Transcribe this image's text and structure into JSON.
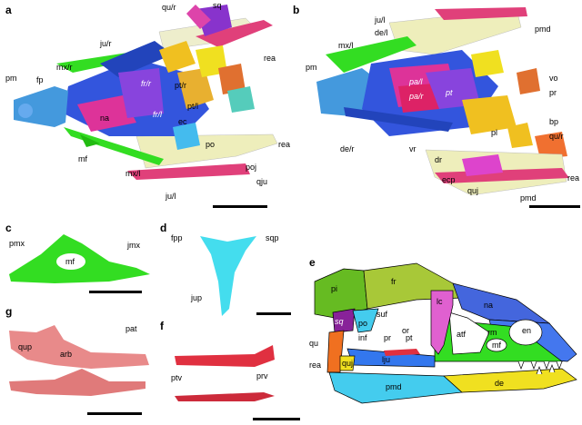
{
  "panels": {
    "a": {
      "letter": "a",
      "labels": [
        "qu/r",
        "sq",
        "rea",
        "pm",
        "fp",
        "mx/r",
        "ju/r",
        "fr/r",
        "fr/l",
        "pt/r",
        "pt/l",
        "na",
        "ec",
        "po",
        "rea",
        "mf",
        "mx/l",
        "poj",
        "qju",
        "ju/l"
      ]
    },
    "b": {
      "letter": "b",
      "labels": [
        "pmd",
        "ju/l",
        "de/l",
        "mx/l",
        "pm",
        "pa/l",
        "pa/r",
        "pt",
        "vo",
        "pr",
        "bp",
        "pl",
        "qu/r",
        "de/r",
        "vr",
        "dr",
        "ecp",
        "quj",
        "pmd",
        "rea"
      ]
    },
    "c": {
      "letter": "c",
      "labels": [
        "pmx",
        "jmx",
        "mf"
      ]
    },
    "d": {
      "letter": "d",
      "labels": [
        "fpp",
        "sqp",
        "jup"
      ]
    },
    "e": {
      "letter": "e",
      "labels": [
        "pi",
        "fr",
        "lc",
        "na",
        "sq",
        "suf",
        "po",
        "or",
        "atf",
        "rm",
        "en",
        "mf",
        "qu",
        "inf",
        "pr",
        "pt",
        "rea",
        "quj",
        "lju",
        "pmd",
        "de"
      ]
    },
    "f": {
      "letter": "f",
      "labels": [
        "ptv",
        "prv"
      ]
    },
    "g": {
      "letter": "g",
      "labels": [
        "qup",
        "arb",
        "pat"
      ]
    }
  },
  "colors": {
    "green": "#33dd22",
    "cyan": "#44ddee",
    "salmon": "#e88a8a",
    "red": "#e03040",
    "olive": "#a8c838",
    "blue": "#3366dd",
    "magenta": "#e040c0",
    "yellow": "#f0e020"
  }
}
